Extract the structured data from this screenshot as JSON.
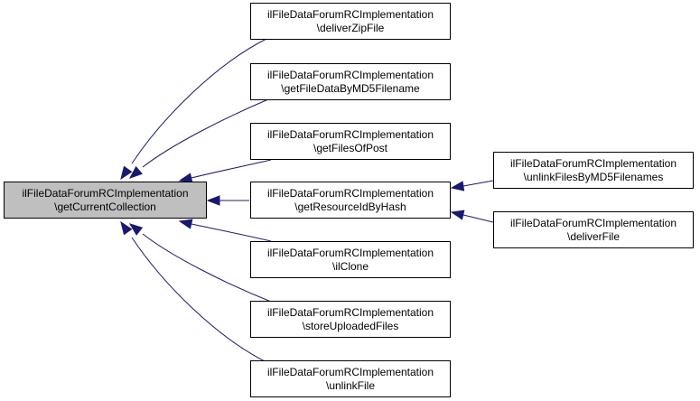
{
  "colors": {
    "edge": "#191970",
    "root_fill": "#bfbfbf",
    "node_fill": "#ffffff",
    "border": "#000000"
  },
  "root": {
    "line1": "ilFileDataForumRCImplementation",
    "line2": "\\getCurrentCollection"
  },
  "callers": [
    {
      "line1": "ilFileDataForumRCImplementation",
      "line2": "\\deliverZipFile"
    },
    {
      "line1": "ilFileDataForumRCImplementation",
      "line2": "\\getFileDataByMD5Filename"
    },
    {
      "line1": "ilFileDataForumRCImplementation",
      "line2": "\\getFilesOfPost"
    },
    {
      "line1": "ilFileDataForumRCImplementation",
      "line2": "\\getResourceIdByHash"
    },
    {
      "line1": "ilFileDataForumRCImplementation",
      "line2": "\\ilClone"
    },
    {
      "line1": "ilFileDataForumRCImplementation",
      "line2": "\\storeUploadedFiles"
    },
    {
      "line1": "ilFileDataForumRCImplementation",
      "line2": "\\unlinkFile"
    }
  ],
  "second_level": [
    {
      "line1": "ilFileDataForumRCImplementation",
      "line2": "\\unlinkFilesByMD5Filenames"
    },
    {
      "line1": "ilFileDataForumRCImplementation",
      "line2": "\\deliverFile"
    }
  ]
}
